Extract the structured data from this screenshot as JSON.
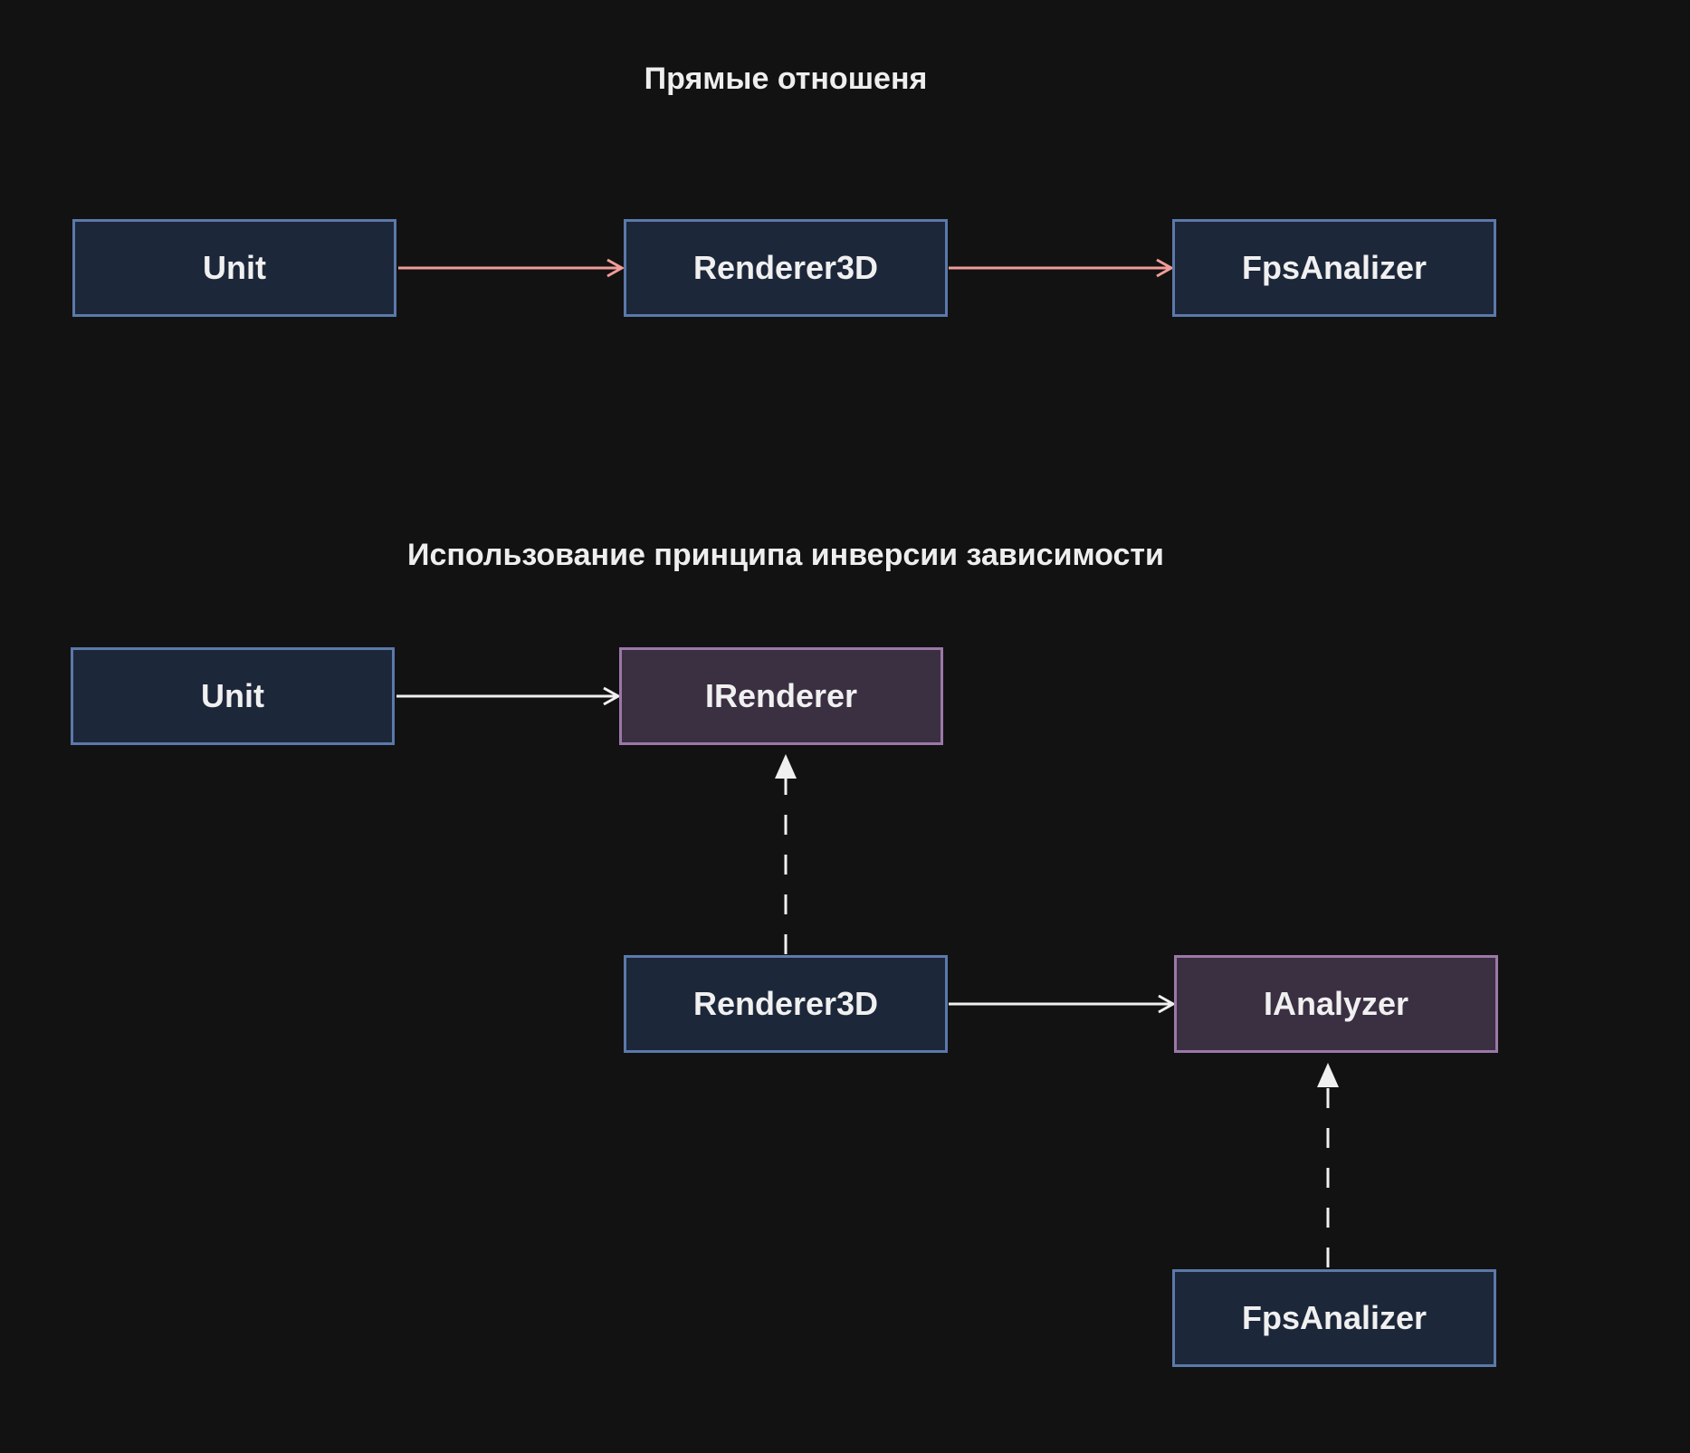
{
  "sections": {
    "direct": {
      "title": "Прямые отношеня",
      "nodes": {
        "unit": "Unit",
        "renderer3d": "Renderer3D",
        "fps_analizer": "FpsAnalizer"
      }
    },
    "inversion": {
      "title": "Использование принципа инверсии зависимости",
      "nodes": {
        "unit": "Unit",
        "irenderer": "IRenderer",
        "renderer3d": "Renderer3D",
        "ianalyzer": "IAnalyzer",
        "fps_analizer": "FpsAnalizer"
      }
    }
  },
  "colors": {
    "background": "#121212",
    "class_fill": "#1d273a",
    "class_border": "#5b79aa",
    "interface_fill": "#3b2f42",
    "interface_border": "#9b78a8",
    "direct_arrow": "#f19c99",
    "dependency_arrow": "#f0f0f0",
    "text": "#f0f0f0"
  },
  "edges": [
    {
      "from": "direct.unit",
      "to": "direct.renderer3d",
      "style": "solid-open-arrow"
    },
    {
      "from": "direct.renderer3d",
      "to": "direct.fps_analizer",
      "style": "solid-open-arrow"
    },
    {
      "from": "inversion.unit",
      "to": "inversion.irenderer",
      "style": "solid-open-arrow"
    },
    {
      "from": "inversion.renderer3d",
      "to": "inversion.irenderer",
      "style": "dashed-triangle-arrow"
    },
    {
      "from": "inversion.renderer3d",
      "to": "inversion.ianalyzer",
      "style": "solid-open-arrow"
    },
    {
      "from": "inversion.fps_analizer",
      "to": "inversion.ianalyzer",
      "style": "dashed-triangle-arrow"
    }
  ]
}
